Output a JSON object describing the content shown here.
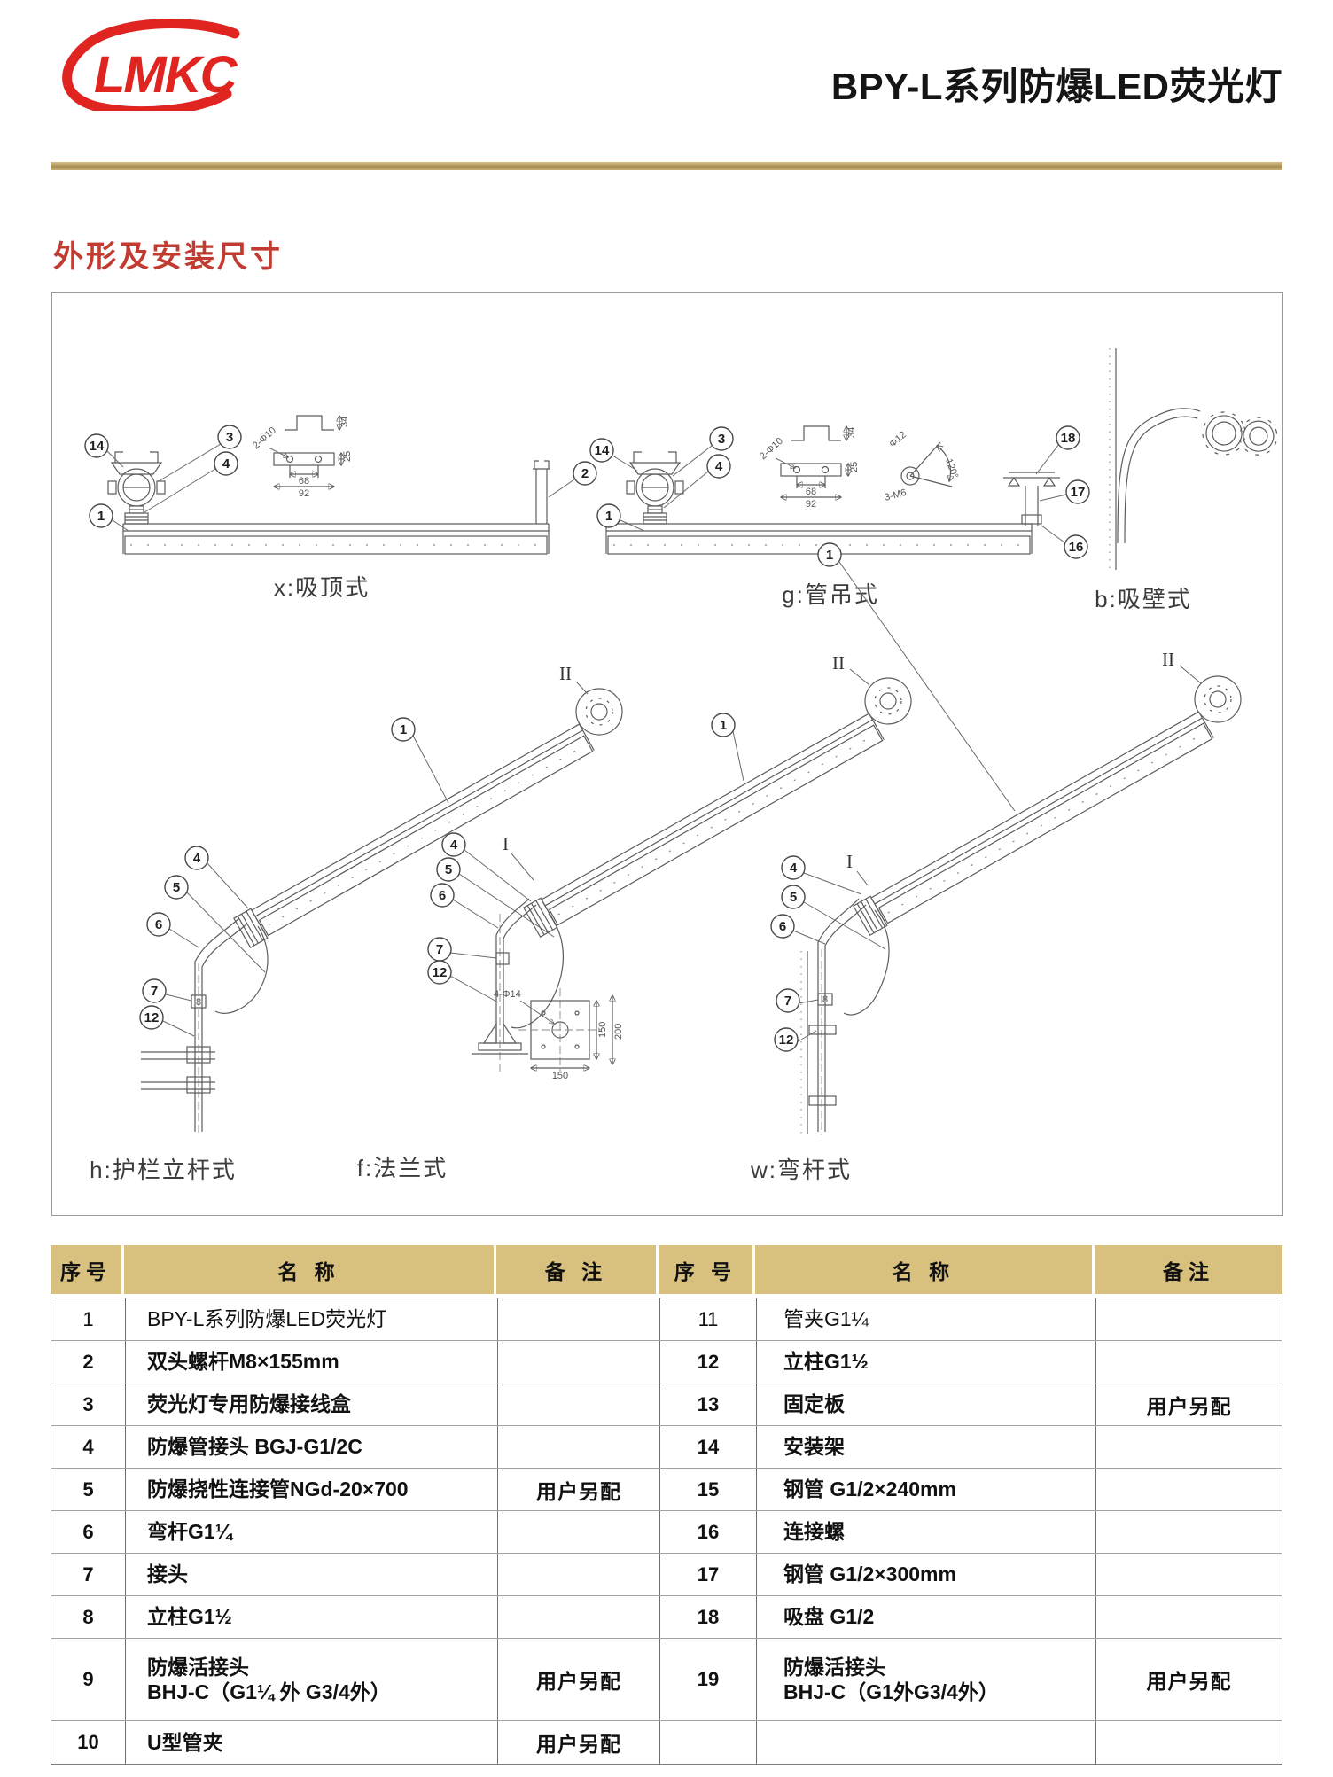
{
  "page": {
    "logo_text": "LMKC",
    "title": "BPY-L系列防爆LED荧光灯",
    "section_heading": "外形及安装尺寸"
  },
  "diagram": {
    "labels": {
      "x": "x:吸顶式",
      "g": "g:管吊式",
      "b": "b:吸壁式",
      "h": "h:护栏立杆式",
      "f": "f:法兰式",
      "w": "w:弯杆式"
    },
    "markers": {
      "i": "I",
      "ii": "II",
      "n8": "8"
    },
    "callouts": {
      "n1": "1",
      "n2": "2",
      "n3": "3",
      "n4": "4",
      "n5": "5",
      "n6": "6",
      "n7": "7",
      "n12": "12",
      "n14": "14",
      "n16": "16",
      "n17": "17",
      "n18": "18"
    },
    "dims": {
      "phi10": "2-Φ10",
      "d34": "34",
      "d25": "25",
      "d68": "68",
      "d92": "92",
      "phi12": "Φ12",
      "deg120": "120°",
      "m6": "3-M6",
      "phi14": "4-Φ14",
      "d150": "150",
      "d150b": "150",
      "d200": "200"
    }
  },
  "table": {
    "headers": {
      "l_no": "序号",
      "l_name": "名 称",
      "l_note": "备 注",
      "r_no": "序 号",
      "r_name": "名 称",
      "r_note": "备注"
    },
    "rows": [
      {
        "lno": "1",
        "lname": "BPY-L系列防爆LED荧光灯",
        "lnote": "",
        "rno": "11",
        "rname": "管夹G1¼",
        "rnote": ""
      },
      {
        "lno": "2",
        "lname": "双头螺杆M8×155mm",
        "lnote": "",
        "rno": "12",
        "rname": "立柱G1½",
        "rnote": ""
      },
      {
        "lno": "3",
        "lname": "荧光灯专用防爆接线盒",
        "lnote": "",
        "rno": "13",
        "rname": "固定板",
        "rnote": "用户另配"
      },
      {
        "lno": "4",
        "lname": "防爆管接头 BGJ-G1/2C",
        "lnote": "",
        "rno": "14",
        "rname": "安装架",
        "rnote": ""
      },
      {
        "lno": "5",
        "lname": "防爆挠性连接管NGd-20×700",
        "lnote": "用户另配",
        "rno": "15",
        "rname": "钢管 G1/2×240mm",
        "rnote": ""
      },
      {
        "lno": "6",
        "lname": "弯杆G1¼",
        "lnote": "",
        "rno": "16",
        "rname": "连接螺",
        "rnote": ""
      },
      {
        "lno": "7",
        "lname": "接头",
        "lnote": "",
        "rno": "17",
        "rname": "钢管 G1/2×300mm",
        "rnote": ""
      },
      {
        "lno": "8",
        "lname": "立柱G1½",
        "lnote": "",
        "rno": "18",
        "rname": "吸盘 G1/2",
        "rnote": ""
      },
      {
        "lno": "9",
        "lname": "防爆活接头",
        "lname2": "BHJ-C（G1¼ 外 G3/4外）",
        "lnote": "用户另配",
        "rno": "19",
        "rname": "防爆活接头",
        "rname2": "BHJ-C（G1外G3/4外）",
        "rnote": "用户另配"
      },
      {
        "lno": "10",
        "lname": "U型管夹",
        "lnote": "用户另配",
        "rno": "",
        "rname": "",
        "rnote": ""
      }
    ]
  }
}
